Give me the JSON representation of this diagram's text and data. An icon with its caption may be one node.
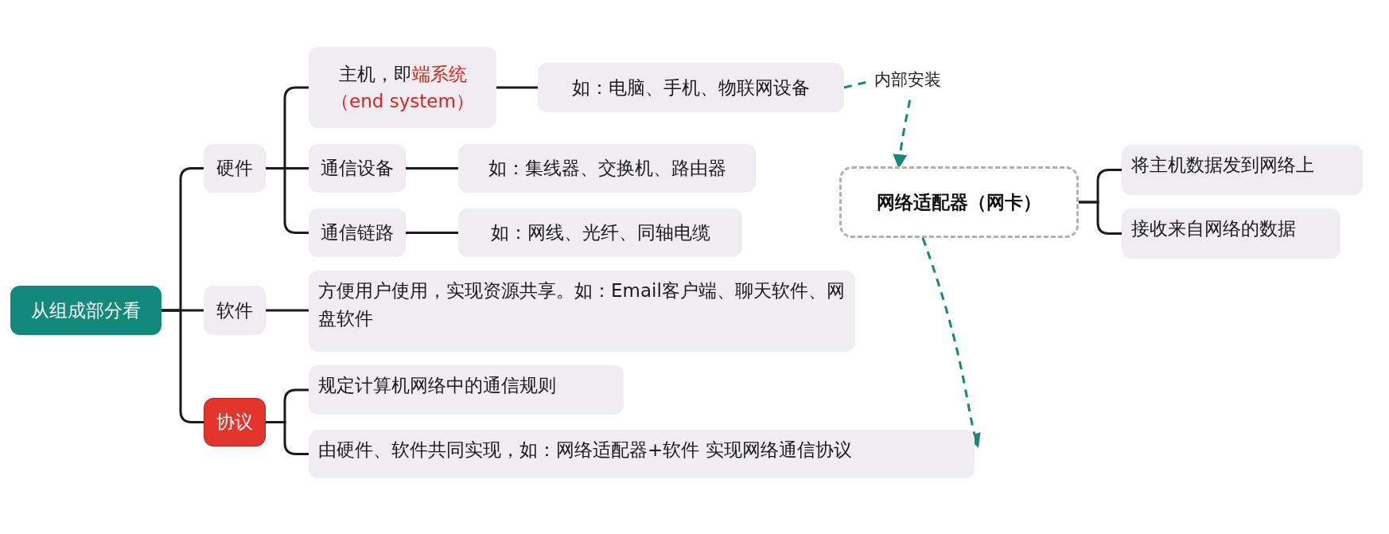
{
  "diagram": {
    "nodes": [
      {
        "text": [
          "从组成部分看"
        ]
      },
      {
        "text": [
          "硬件"
        ]
      },
      {
        "text": [
          "软件"
        ]
      },
      {
        "text": [
          "协议"
        ]
      },
      {
        "text": [
          "主机，即**端系统（end system）**"
        ]
      },
      {
        "text": [
          "如：电脑、手机、物联网设备"
        ]
      },
      {
        "text": [
          "通信设备"
        ]
      },
      {
        "text": [
          "如：集线器、交换机、路由器"
        ]
      },
      {
        "text": [
          "通信链路"
        ]
      },
      {
        "text": [
          "如：网线、光纤、同轴电缆"
        ]
      },
      {
        "text": [
          "方便用户使用，实现资源共享。如：Email客户端、聊天软件、网盘软件"
        ]
      },
      {
        "text": [
          "规定计算机网络中的通信规则"
        ]
      },
      {
        "text": [
          "由硬件、软件共同实现，如：网络适配器+软件 实现网络通信协议"
        ]
      },
      {
        "text": [
          "网络适配器（网卡）"
        ]
      },
      {
        "text": [
          "将主机数据发到网络上"
        ]
      },
      {
        "text": [
          "接收来自网络的数据"
        ]
      }
    ],
    "edges": [
      {
        "from": 0,
        "to": 1,
        "arrow": "none"
      },
      {
        "from": 0,
        "to": 2,
        "arrow": "none"
      },
      {
        "from": 0,
        "to": 3,
        "arrow": "none"
      },
      {
        "from": 1,
        "to": 4,
        "arrow": "none"
      },
      {
        "from": 1,
        "to": 6,
        "arrow": "none"
      },
      {
        "from": 1,
        "to": 8,
        "arrow": "none"
      },
      {
        "from": 4,
        "to": 5,
        "arrow": "none"
      },
      {
        "from": 6,
        "to": 7,
        "arrow": "none"
      },
      {
        "from": 8,
        "to": 9,
        "arrow": "none"
      },
      {
        "from": 2,
        "to": 10,
        "arrow": "none"
      },
      {
        "from": 3,
        "to": 11,
        "arrow": "none"
      },
      {
        "from": 3,
        "to": 12,
        "arrow": "none"
      },
      {
        "from": 13,
        "to": 14,
        "arrow": "none"
      },
      {
        "from": 13,
        "to": 15,
        "arrow": "none"
      },
      {
        "from": 5,
        "to": 13,
        "arrow": "to",
        "label": "内部安装",
        "style": "dashed",
        "color": "#16877a"
      },
      {
        "from": 13,
        "to": 12,
        "arrow": "to",
        "style": "dashed",
        "color": "#16877a"
      }
    ]
  }
}
